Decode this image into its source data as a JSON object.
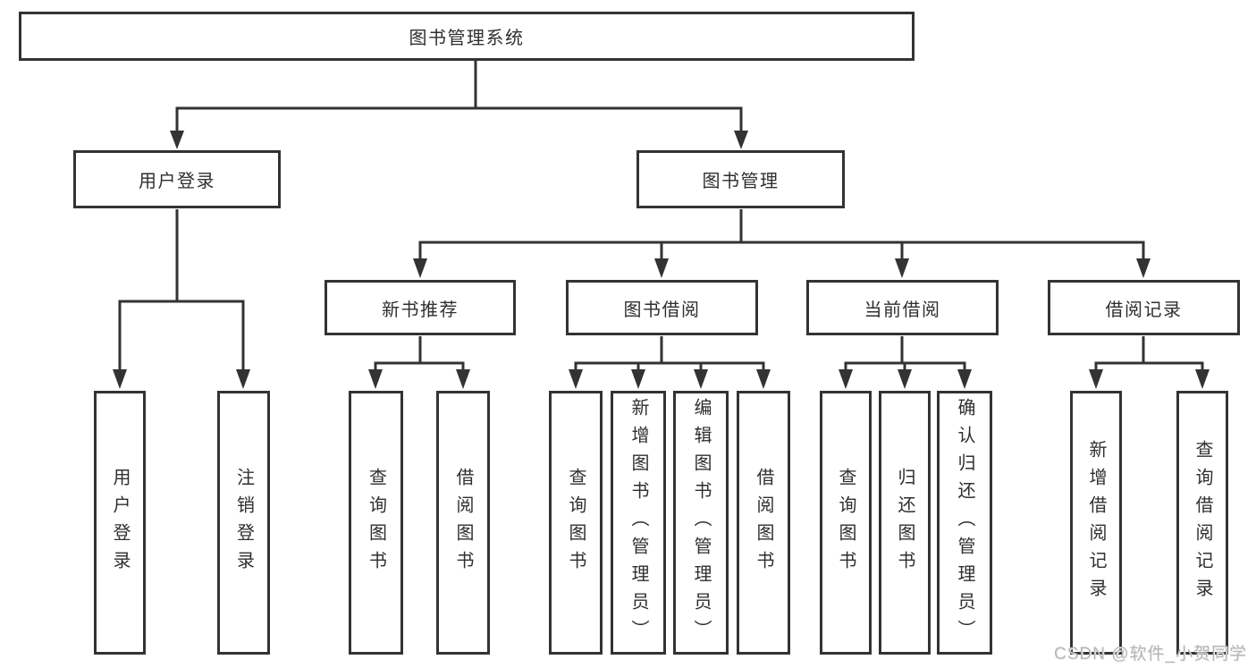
{
  "diagram": {
    "root": {
      "label": "图书管理系统"
    },
    "branches": [
      {
        "label": "用户登录",
        "children": [
          {
            "label": "用户登录"
          },
          {
            "label": "注销登录"
          }
        ]
      },
      {
        "label": "图书管理",
        "children": [
          {
            "label": "新书推荐",
            "children": [
              {
                "label": "查询图书"
              },
              {
                "label": "借阅图书"
              }
            ]
          },
          {
            "label": "图书借阅",
            "children": [
              {
                "label": "查询图书"
              },
              {
                "label": "新增图书（管理员）"
              },
              {
                "label": "编辑图书（管理员）"
              },
              {
                "label": "借阅图书"
              }
            ]
          },
          {
            "label": "当前借阅",
            "children": [
              {
                "label": "查询图书"
              },
              {
                "label": "归还图书"
              },
              {
                "label": "确认归还（管理员）"
              }
            ]
          },
          {
            "label": "借阅记录",
            "children": [
              {
                "label": "新增借阅记录"
              },
              {
                "label": "查询借阅记录"
              }
            ]
          }
        ]
      }
    ]
  },
  "watermark": {
    "text": "CSDN @软件_小贺同学"
  },
  "colors": {
    "line": "#333333",
    "text": "#2f2f2f",
    "box_fill": "#ffffff",
    "watermark": "#b5b5b5",
    "background": "#ffffff"
  }
}
